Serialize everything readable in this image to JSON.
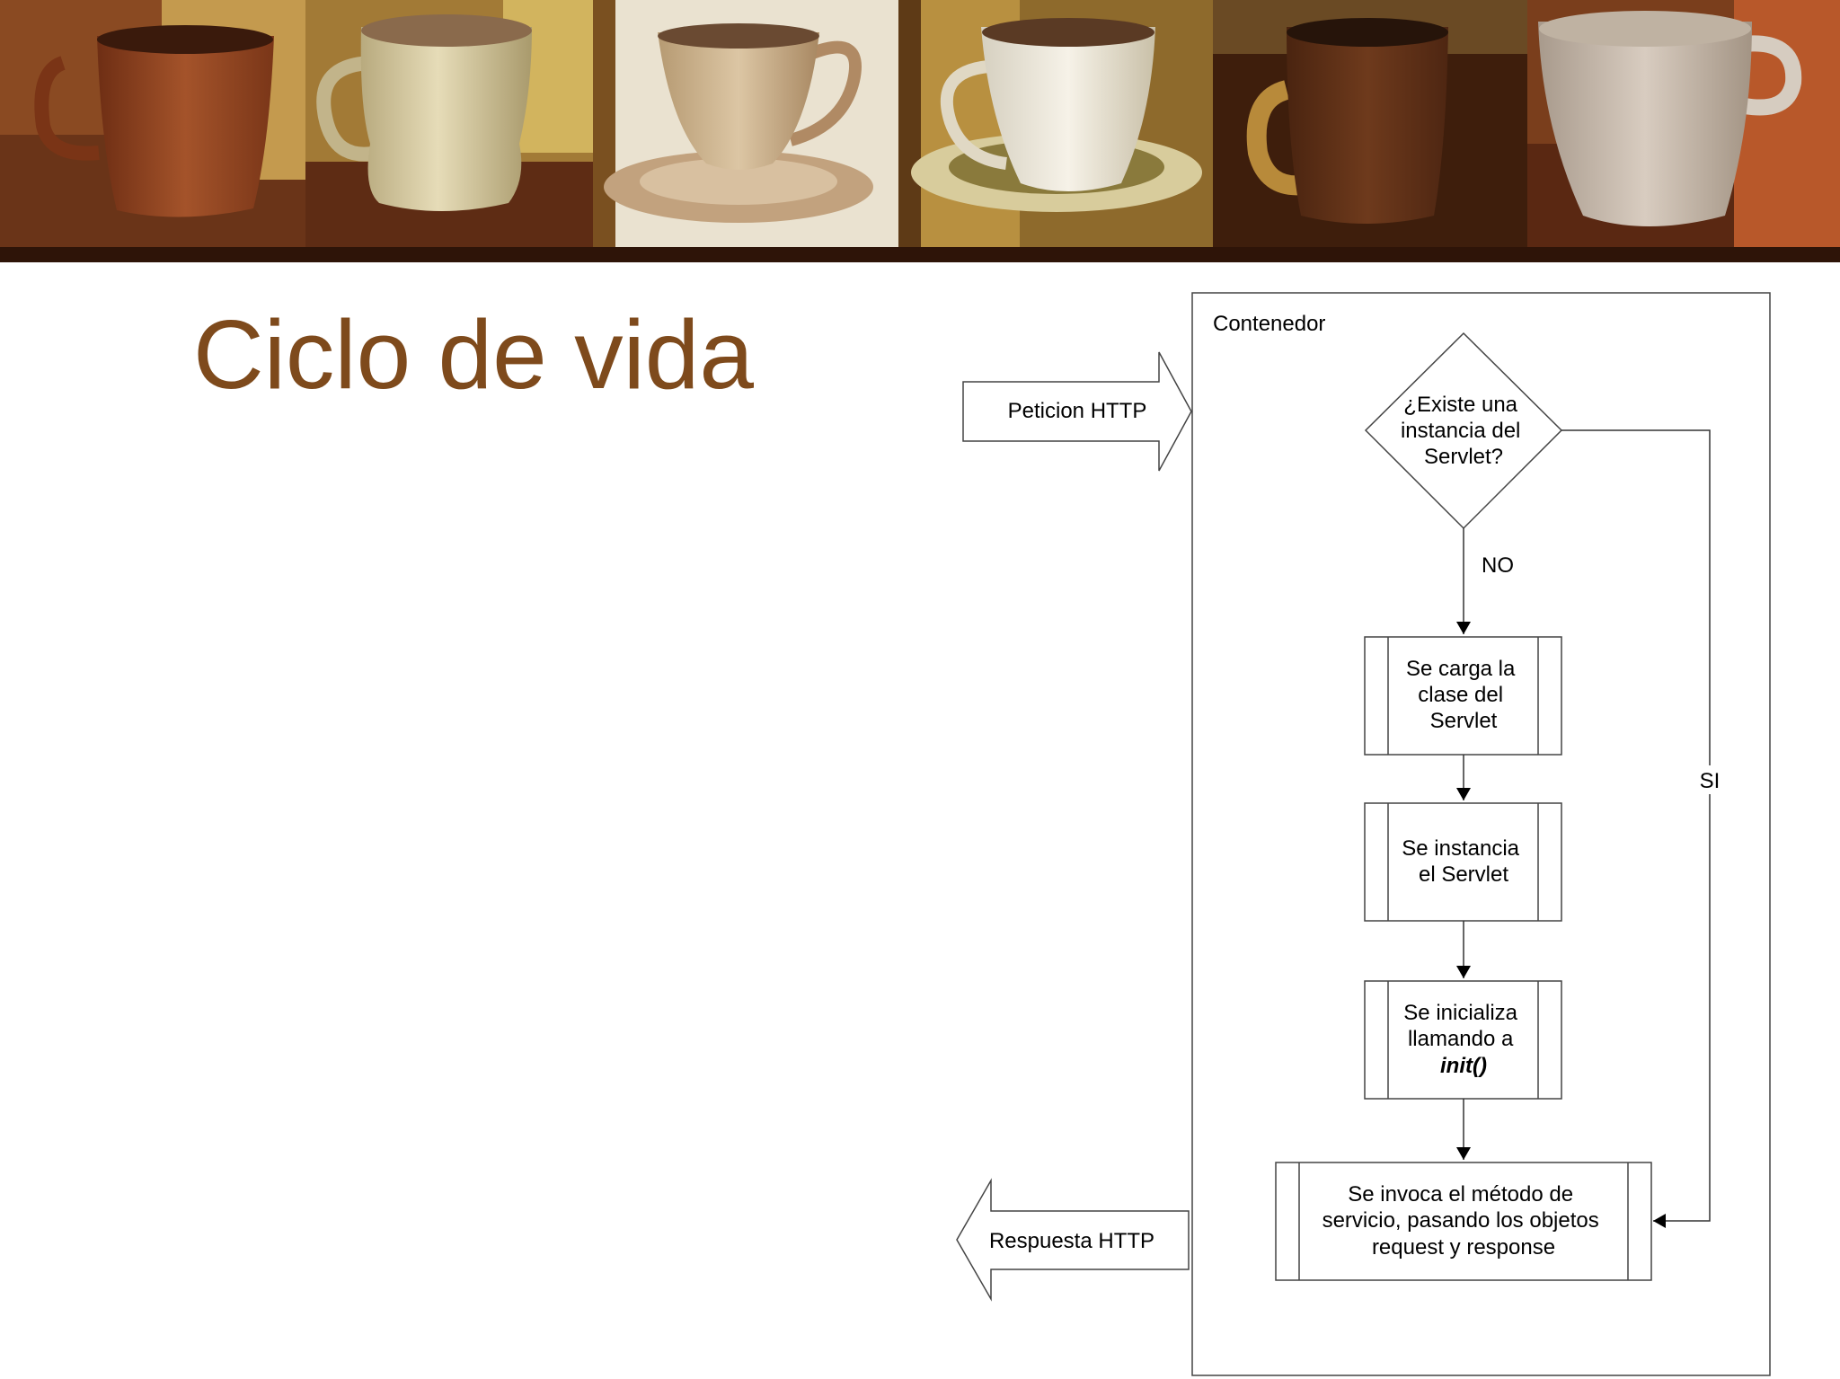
{
  "slide": {
    "title": "Ciclo de vida"
  },
  "banner": {
    "image_name": "banner-coffee-cups-painting",
    "colors": {
      "dark_brown": "#5a2c14",
      "gold": "#b8872c",
      "cream": "#e8dcc0",
      "rust": "#9a4a22"
    }
  },
  "diagram": {
    "container_label": "Contenedor",
    "request_arrow_label": "Peticion HTTP",
    "response_arrow_label": "Respuesta HTTP",
    "decision": {
      "line1": "¿Existe una",
      "line2": "instancia del",
      "line3": "Servlet?"
    },
    "no_label": "NO",
    "si_label": "SI",
    "steps": {
      "load": {
        "line1": "Se carga la",
        "line2": "clase del",
        "line3": "Servlet"
      },
      "instantiate": {
        "line1": "Se instancia",
        "line2": "el Servlet"
      },
      "init": {
        "line1": "Se inicializa",
        "line2": "llamando a",
        "line3": "init()"
      },
      "service": {
        "line1": "Se invoca el método de",
        "line2": "servicio, pasando los objetos",
        "line3": "request y response"
      }
    }
  },
  "colors": {
    "title": "#7e4a1c",
    "lines": "#333333"
  }
}
